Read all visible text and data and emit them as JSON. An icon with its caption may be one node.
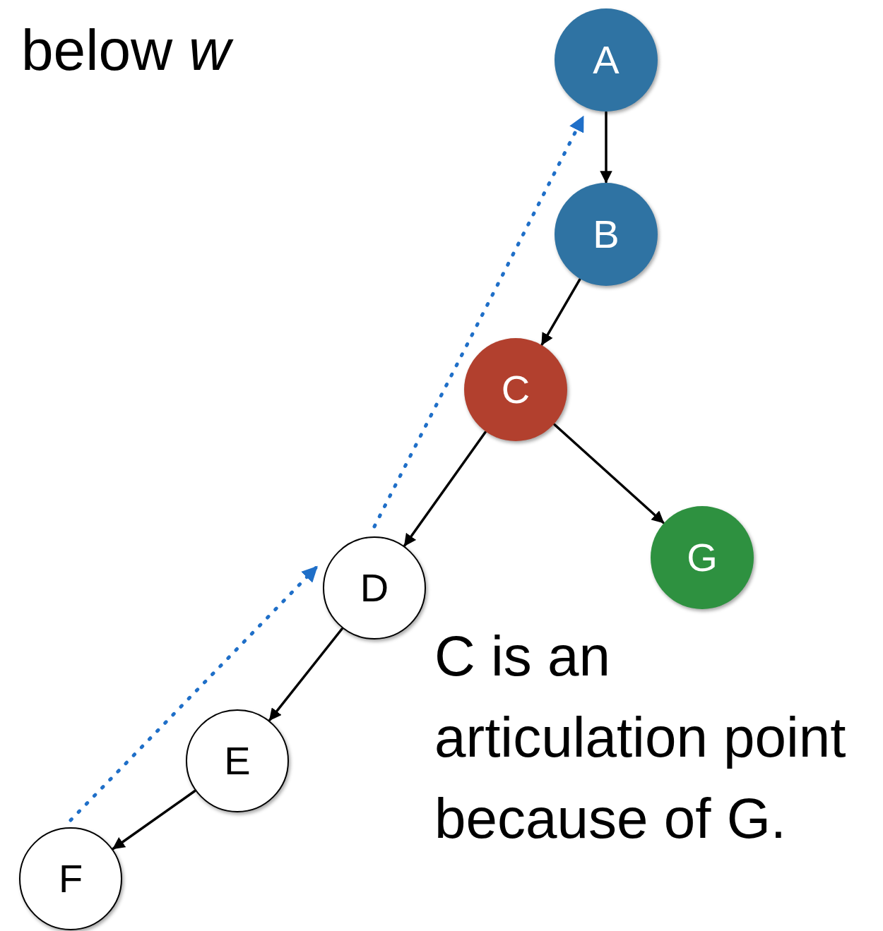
{
  "diagram": {
    "title": "below *w*",
    "nodes": [
      {
        "text": [
          "A"
        ]
      },
      {
        "text": [
          "B"
        ]
      },
      {
        "text": [
          "C"
        ]
      },
      {
        "text": [
          "D"
        ]
      },
      {
        "text": [
          "E"
        ]
      },
      {
        "text": [
          "F"
        ]
      },
      {
        "text": [
          "G"
        ]
      }
    ],
    "edges": [
      {
        "from": 0,
        "to": 1,
        "arrow": "to"
      },
      {
        "from": 1,
        "to": 2,
        "arrow": "to"
      },
      {
        "from": 2,
        "to": 3,
        "arrow": "to"
      },
      {
        "from": 2,
        "to": 6,
        "arrow": "to"
      },
      {
        "from": 3,
        "to": 4,
        "arrow": "to"
      },
      {
        "from": 4,
        "to": 5,
        "arrow": "to"
      },
      {
        "from": 3,
        "to": 0,
        "arrow": "to",
        "style": "dashed",
        "color": "#1f6fc8"
      },
      {
        "from": 5,
        "to": 3,
        "arrow": "to",
        "style": "dashed",
        "color": "#1f6fc8"
      }
    ],
    "labels": [
      "C is an articulation point because of G."
    ]
  }
}
